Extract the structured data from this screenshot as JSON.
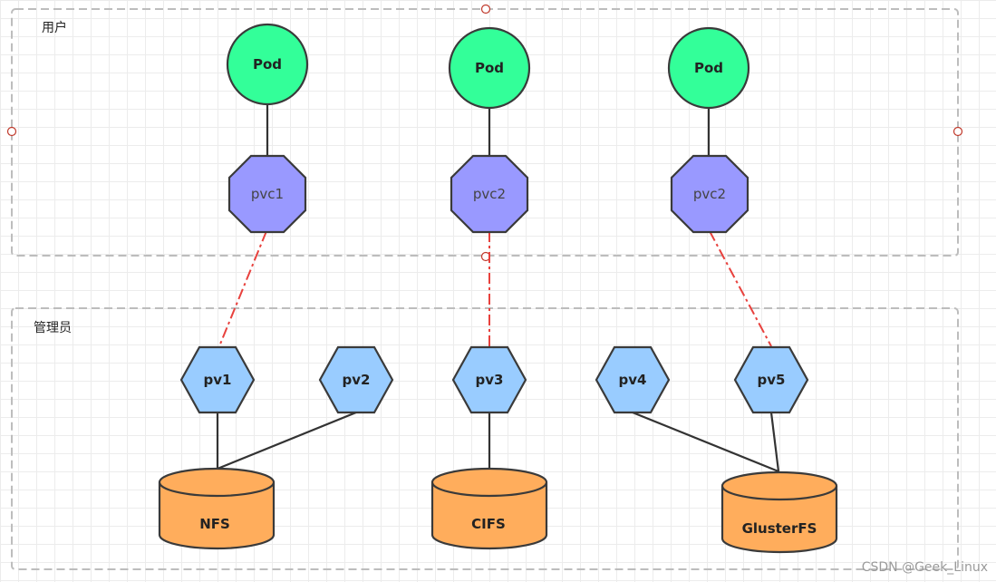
{
  "zones": {
    "user": {
      "label": "用户"
    },
    "admin": {
      "label": "管理员"
    }
  },
  "pods": [
    {
      "label": "Pod"
    },
    {
      "label": "Pod"
    },
    {
      "label": "Pod"
    }
  ],
  "pvcs": [
    {
      "label": "pvc1"
    },
    {
      "label": "pvc2"
    },
    {
      "label": "pvc2"
    }
  ],
  "pvs": [
    {
      "label": "pv1"
    },
    {
      "label": "pv2"
    },
    {
      "label": "pv3"
    },
    {
      "label": "pv4"
    },
    {
      "label": "pv5"
    }
  ],
  "storages": [
    {
      "label": "NFS"
    },
    {
      "label": "CIFS"
    },
    {
      "label": "GlusterFS"
    }
  ],
  "watermark": "CSDN @Geek_Linux",
  "colors": {
    "pod": "#33ff99",
    "pvc": "#9999ff",
    "pv": "#99ccff",
    "storage": "#ffad5c",
    "binding_line": "#e8413d",
    "group_border": "#bdbdbd"
  }
}
